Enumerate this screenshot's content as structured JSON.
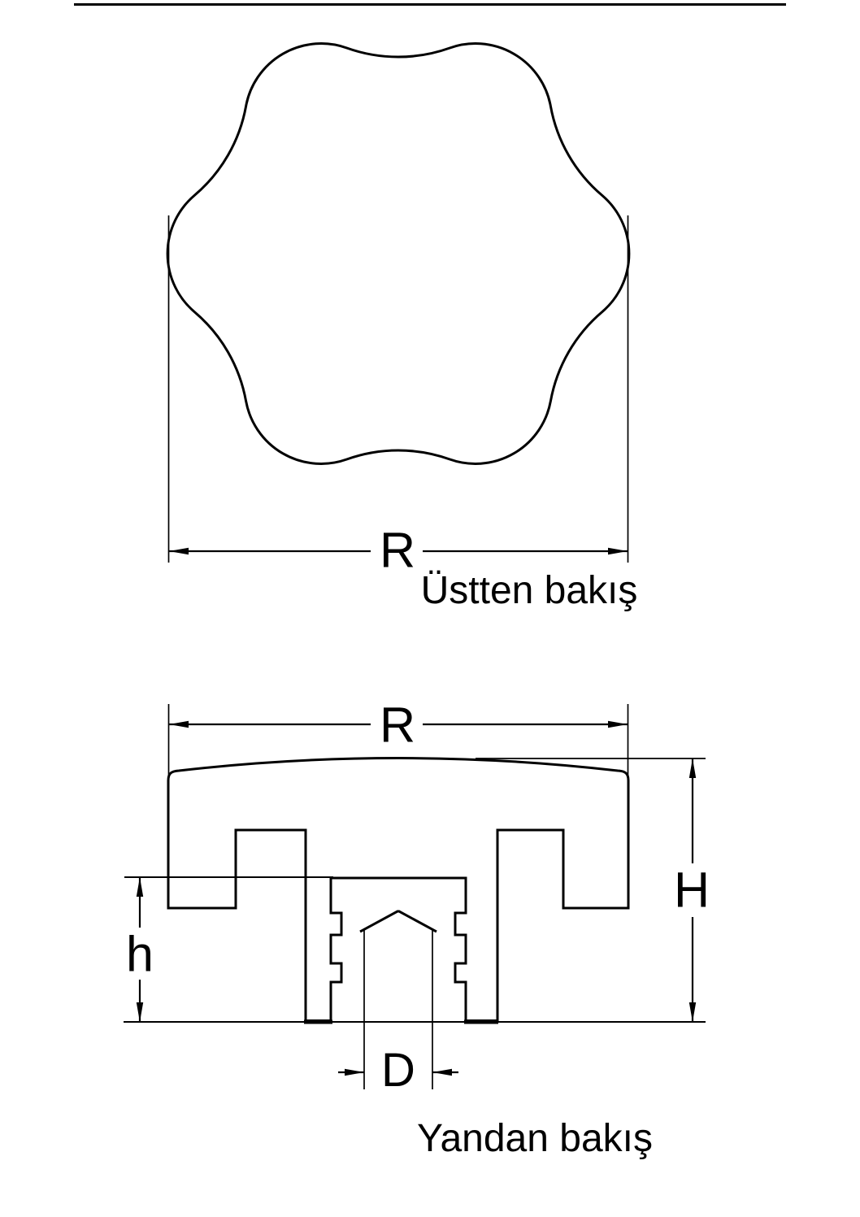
{
  "page": {
    "background": "#ffffff",
    "line_color": "#000000"
  },
  "top_view": {
    "caption": "Üstten bakış",
    "width_dim_label": "R"
  },
  "side_view": {
    "caption": "Yandan bakış",
    "width_dim_label": "R",
    "total_height_dim_label": "H",
    "base_height_dim_label": "h",
    "bore_diameter_dim_label": "D"
  }
}
